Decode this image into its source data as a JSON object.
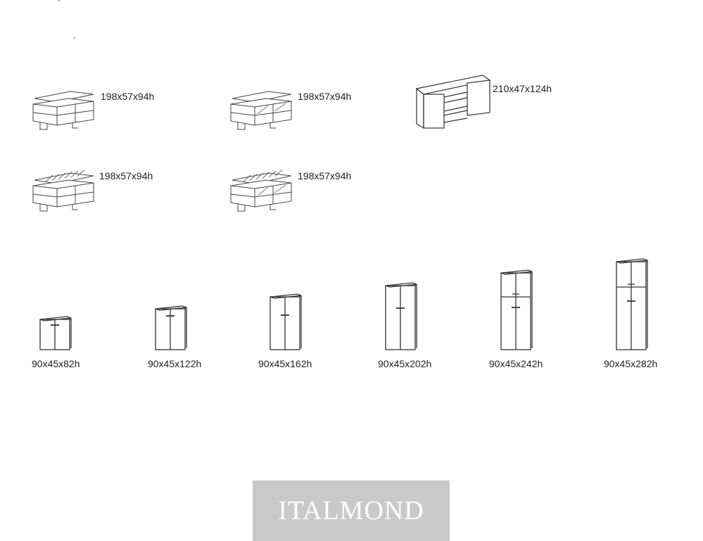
{
  "sideboards": [
    {
      "dimensions": "198x57x94h",
      "glass_top": false
    },
    {
      "dimensions": "198x57x94h",
      "glass_top": false,
      "glass_doors": true
    },
    {
      "dimensions": "198x57x94h",
      "glass_top": true
    },
    {
      "dimensions": "198x57x94h",
      "glass_top": true,
      "glass_doors": true
    }
  ],
  "wall_unit": {
    "dimensions": "210x47x124h"
  },
  "cabinets": [
    {
      "dimensions": "90x45x82h"
    },
    {
      "dimensions": "90x45x122h"
    },
    {
      "dimensions": "90x45x162h"
    },
    {
      "dimensions": "90x45x202h"
    },
    {
      "dimensions": "90x45x242h"
    },
    {
      "dimensions": "90x45x282h"
    }
  ],
  "logo": {
    "text": "ITALMOND"
  }
}
